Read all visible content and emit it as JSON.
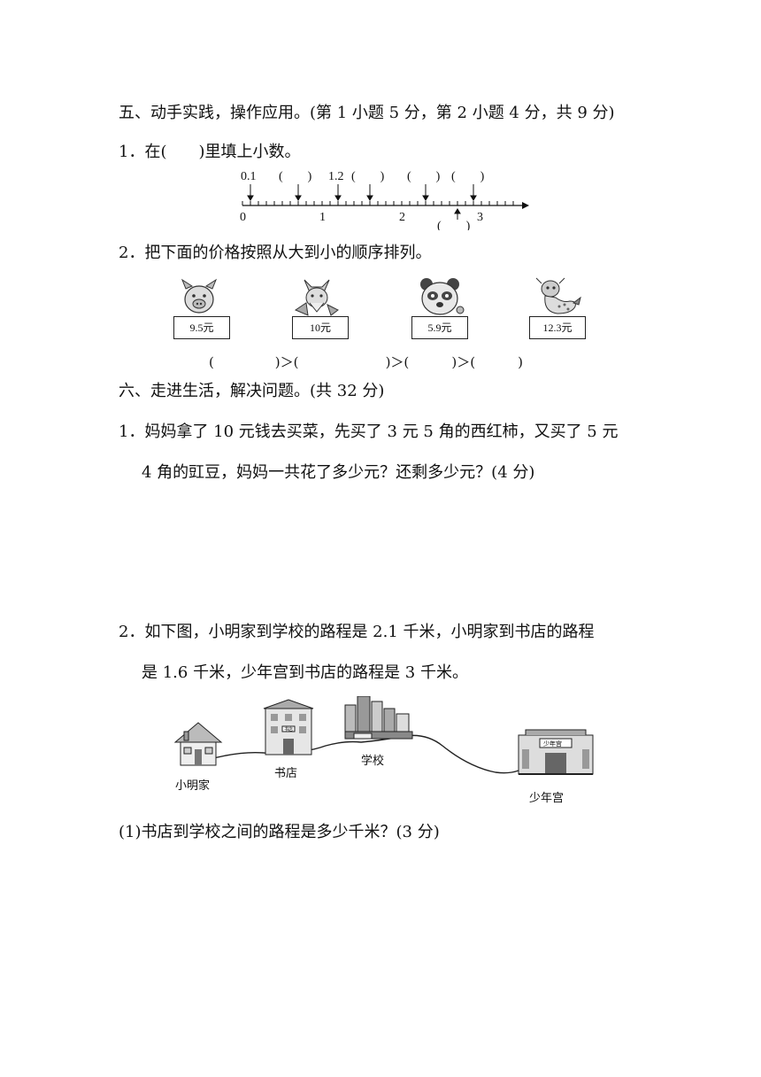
{
  "section5": {
    "heading": "五、动手实践，操作应用。(第 1 小题 5 分，第 2 小题 4 分，共 9 分)",
    "q1": "1．在(　　)里填上小数。",
    "numberline": {
      "ticks": [
        "0",
        "1",
        "2",
        "3"
      ],
      "top_labels": [
        "0.1",
        "(　　)",
        "1.2",
        "(　　)",
        "(　　)",
        "(　　)"
      ],
      "bottom_label": "(　　)"
    },
    "q2": "2．把下面的价格按照从大到小的顺序排列。",
    "prices": [
      {
        "animal": "pig",
        "label": "9.5元"
      },
      {
        "animal": "fox",
        "label": "10元"
      },
      {
        "animal": "panda",
        "label": "5.9元"
      },
      {
        "animal": "deer",
        "label": "12.3元"
      }
    ],
    "order_parts": [
      "(",
      ")＞(",
      ")＞(",
      ")＞(",
      ")"
    ]
  },
  "section6": {
    "heading": "六、走进生活，解决问题。(共 32 分)",
    "q1_line1": "1．妈妈拿了 10 元钱去买菜，先买了 3 元 5 角的西红柿，又买了 5 元",
    "q1_line2": "4 角的豇豆，妈妈一共花了多少元？还剩多少元？(4 分)",
    "q2_line1": "2．如下图，小明家到学校的路程是 2.1 千米，小明家到书店的路程",
    "q2_line2": "是 1.6 千米，少年宫到书店的路程是 3 千米。",
    "map_labels": {
      "home": "小明家",
      "bookstore": "书店",
      "school": "学校",
      "youth_palace": "少年宫",
      "bookstore_sign": "书店",
      "palace_sign": "少年宫"
    },
    "sub1": "(1)书店到学校之间的路程是多少千米？(3 分)"
  }
}
